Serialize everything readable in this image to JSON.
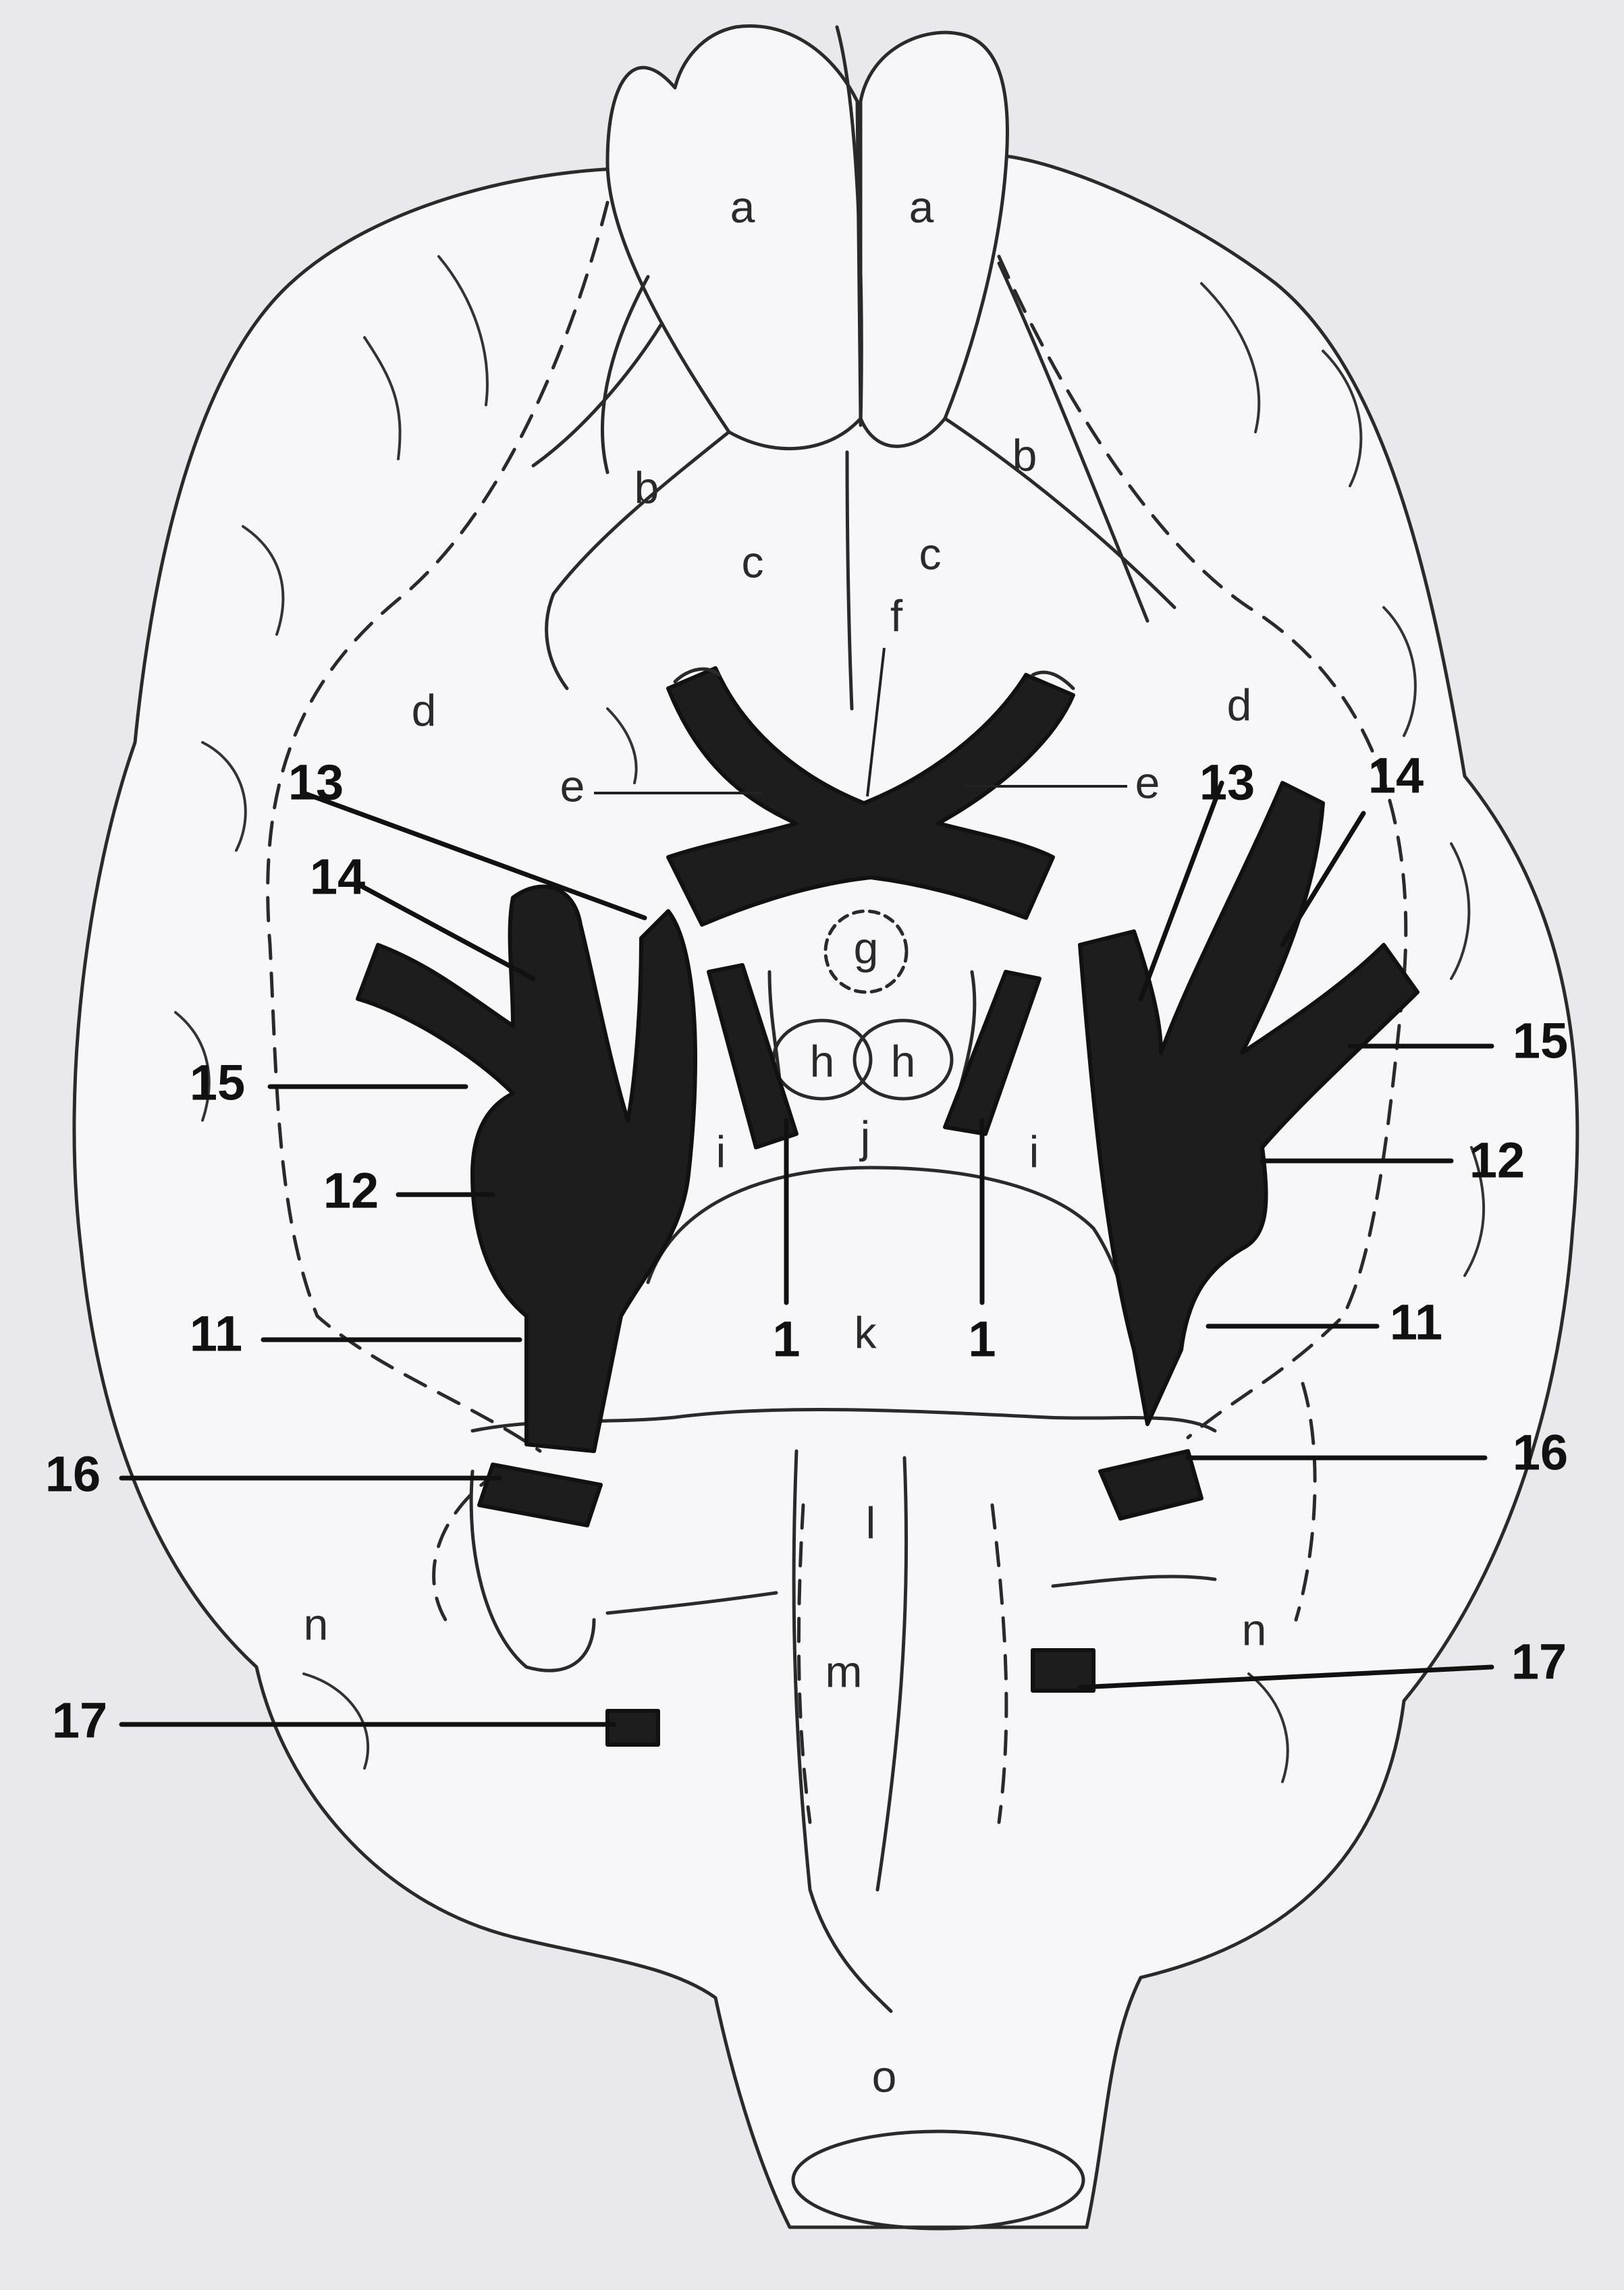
{
  "colors": {
    "background": "#e9e8ec",
    "outline": "#2a2a2a",
    "nerve_fill": "#1d1d1d",
    "paper": "#f7f7f9"
  },
  "labels": {
    "a": "a",
    "b": "b",
    "c": "c",
    "d": "d",
    "e": "e",
    "f": "f",
    "g": "g",
    "h": "h",
    "i": "i",
    "j": "j",
    "k": "k",
    "l": "l",
    "m": "m",
    "n": "n",
    "o": "o",
    "n1": "1",
    "n11": "11",
    "n12": "12",
    "n13": "13",
    "n14": "14",
    "n15": "15",
    "n16": "16",
    "n17": "17"
  }
}
